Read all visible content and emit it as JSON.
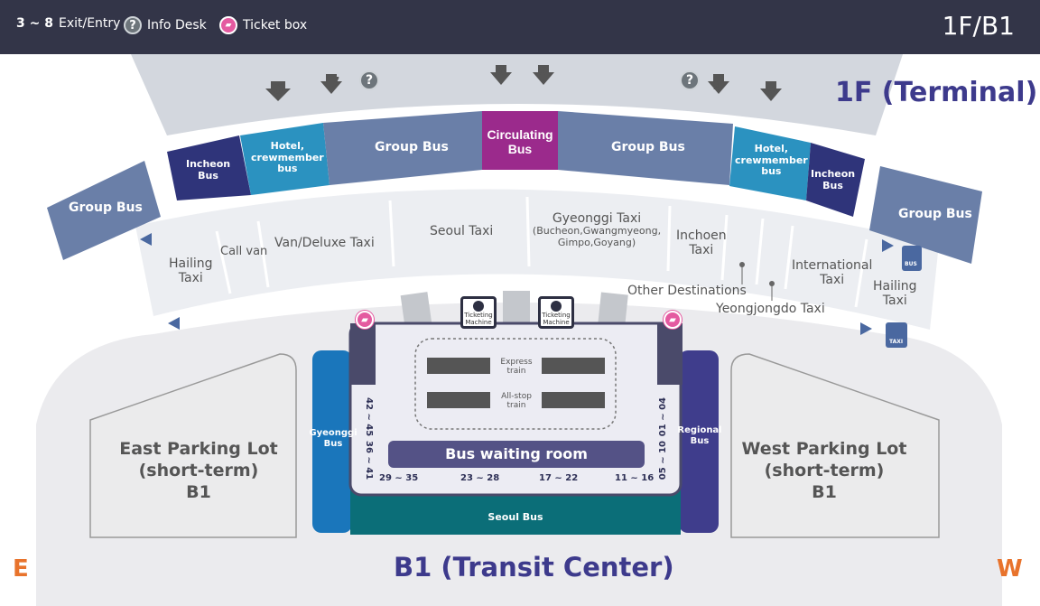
{
  "header": {
    "legend_exit_nums": "3 ~ 8",
    "legend_exit": "Exit/Entry",
    "legend_info": "Info Desk",
    "legend_ticket": "Ticket box",
    "floor": "1F/B1"
  },
  "terminal": {
    "title": "1F (Terminal)",
    "exits": [
      "8",
      "7",
      "6",
      "5",
      "4",
      "3"
    ],
    "info_symbol": "?"
  },
  "bays": {
    "group_bus": "Group Bus",
    "incheon_bus": [
      "Incheon",
      "Bus"
    ],
    "hotel": [
      "Hotel,",
      "crewmember",
      "bus"
    ],
    "circulating": [
      "Circulating",
      "Bus"
    ]
  },
  "taxi": {
    "hailing_left": [
      "Hailing",
      "Taxi"
    ],
    "call_van": "Call van",
    "van_deluxe": "Van/Deluxe Taxi",
    "seoul": "Seoul Taxi",
    "gyeonggi": "Gyeonggi Taxi",
    "gyeonggi_sub1": "(Bucheon,Gwangmyeong,",
    "gyeonggi_sub2": "Gimpo,Goyang)",
    "incheon": [
      "Inchoen",
      "Taxi"
    ],
    "international": [
      "International",
      "Taxi"
    ],
    "hailing_right": [
      "Hailing",
      "Taxi"
    ],
    "other": "Other Destinations",
    "yeongjongdo": "Yeongjongdo Taxi",
    "bus_sign": "BUS",
    "taxi_sign": "TAXI"
  },
  "b1": {
    "title": "B1 (Transit Center)",
    "east_parking": [
      "East Parking Lot",
      "(short-term)",
      "B1"
    ],
    "west_parking": [
      "West Parking Lot",
      "(short-term)",
      "B1"
    ],
    "east_letter": "E",
    "west_letter": "W",
    "ticketing": [
      "Ticketing",
      "Machine"
    ],
    "express": [
      "Express",
      "train"
    ],
    "allstop": [
      "All-stop",
      "train"
    ],
    "waiting_room": "Bus waiting room",
    "gyeonggi_bus": [
      "Gyeonggi",
      "Bus"
    ],
    "regional_bus": [
      "Regional",
      "Bus"
    ],
    "seoul_bus": "Seoul Bus",
    "gates_bottom": [
      "29 ~ 35",
      "23 ~ 28",
      "17 ~ 22",
      "11 ~ 16"
    ],
    "gates_left": [
      "42 ~ 45",
      "36 ~ 41"
    ],
    "gates_right": [
      "01 ~ 04",
      "05 ~ 10"
    ]
  },
  "colors": {
    "header": "#333548",
    "group_bus": "#6a7fa8",
    "incheon_bus": "#2f347a",
    "hotel": "#2b92c0",
    "circulating": "#9b2a8c",
    "seoul_bus": "#0b6e78",
    "gyeonggi_bus": "#1a76bb",
    "regional_bus": "#3f3d8c",
    "title": "#3d3a8c",
    "direction": "#e8732c"
  }
}
